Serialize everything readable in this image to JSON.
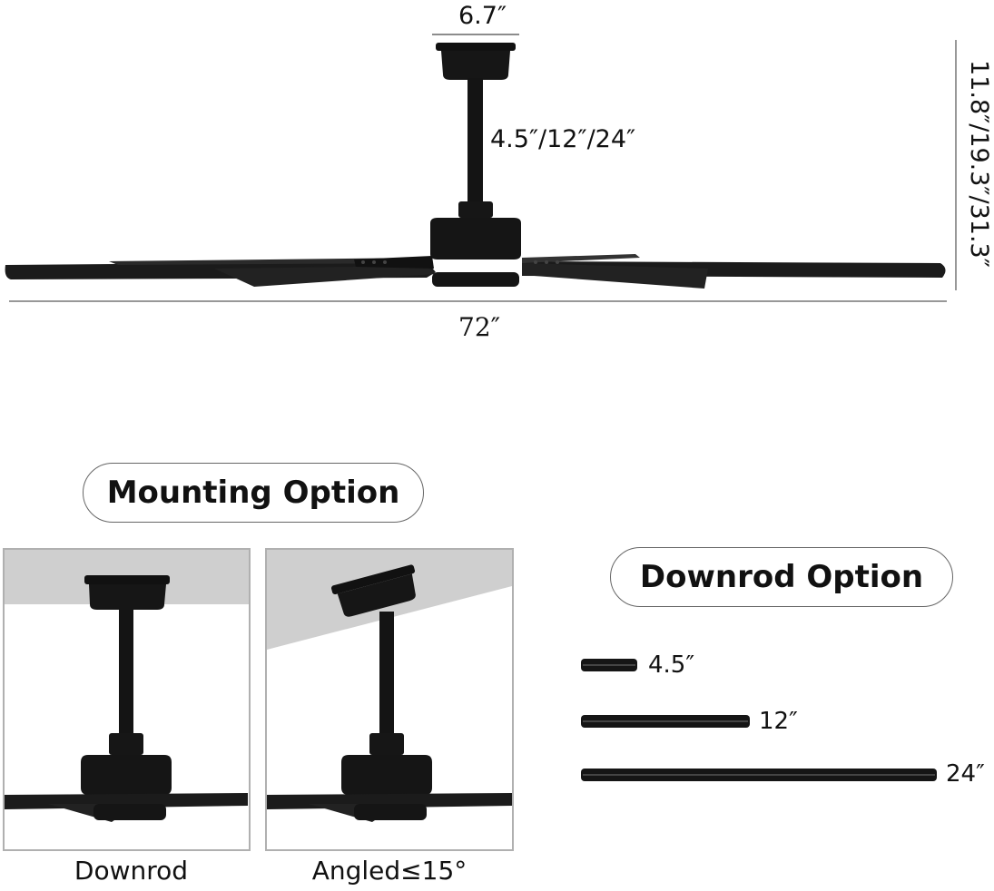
{
  "dimensions": {
    "canopy_width": "6.7″",
    "downrod_length": "4.5″/12″/24″",
    "height": "11.8″/19.3″/31.3″",
    "span": "72″"
  },
  "mounting": {
    "title": "Mounting Option",
    "options": [
      {
        "label": "Downrod"
      },
      {
        "label": "Angled≤15°"
      }
    ]
  },
  "downrod": {
    "title": "Downrod Option",
    "rods": [
      {
        "label": "4.5″",
        "length_in": 4.5
      },
      {
        "label": "12″",
        "length_in": 12
      },
      {
        "label": "24″",
        "length_in": 24
      }
    ]
  },
  "colors": {
    "fan_body": "#111111",
    "ceiling": "#cfcfcf",
    "frame": "#b0b0b0"
  },
  "icons": [
    "ceiling-fan-diagram",
    "downrod-mount-fan",
    "angled-mount-fan",
    "downrod-bar"
  ]
}
